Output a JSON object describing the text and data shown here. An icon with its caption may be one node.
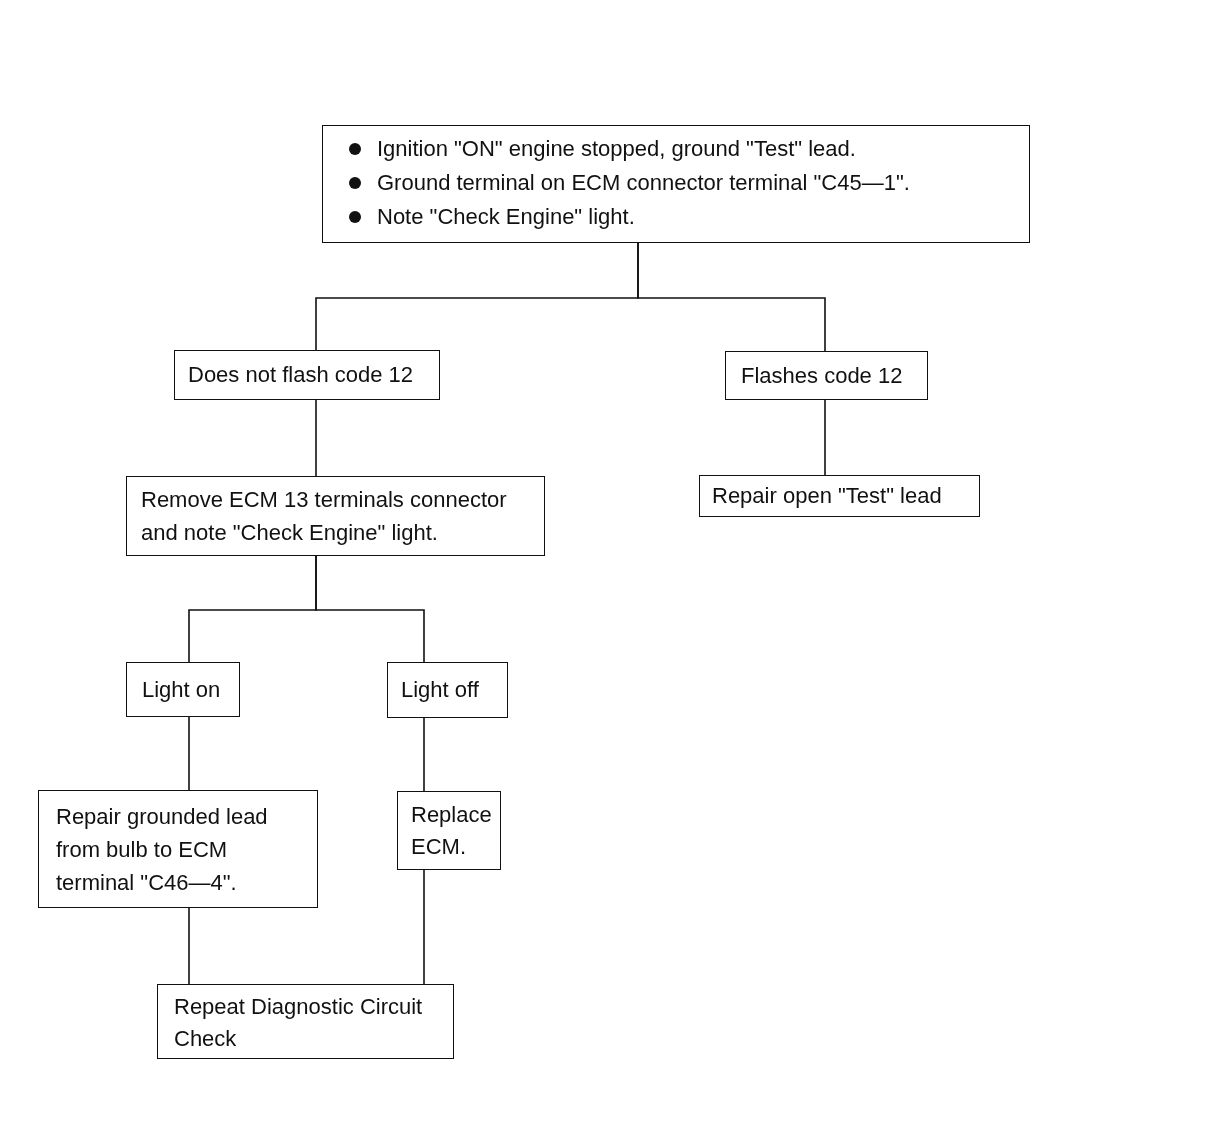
{
  "diagram": {
    "nodes": [
      {
        "text": [
          "Ignition \"ON\" engine stopped, ground \"Test\" lead.",
          "Ground terminal on ECM connector terminal \"C45—1\".",
          "Note \"Check Engine\" light."
        ]
      },
      {
        "text": [
          "Does not flash code 12"
        ]
      },
      {
        "text": [
          "Flashes code 12"
        ]
      },
      {
        "text": [
          "Remove ECM 13 terminals connector and note \"Check Engine\" light."
        ]
      },
      {
        "text": [
          "Repair open \"Test\" lead"
        ]
      },
      {
        "text": [
          "Light on"
        ]
      },
      {
        "text": [
          "Light off"
        ]
      },
      {
        "text": [
          "Repair grounded lead from bulb to ECM terminal \"C46—4\"."
        ]
      },
      {
        "text": [
          "Replace ECM."
        ]
      },
      {
        "text": [
          "Repeat Diagnostic Circuit Check"
        ]
      }
    ],
    "edges": [
      {
        "from": 0,
        "to": 1,
        "arrow": "none"
      },
      {
        "from": 0,
        "to": 2,
        "arrow": "none"
      },
      {
        "from": 1,
        "to": 3,
        "arrow": "none"
      },
      {
        "from": 2,
        "to": 4,
        "arrow": "none"
      },
      {
        "from": 3,
        "to": 5,
        "arrow": "none"
      },
      {
        "from": 3,
        "to": 6,
        "arrow": "none"
      },
      {
        "from": 5,
        "to": 7,
        "arrow": "none"
      },
      {
        "from": 6,
        "to": 8,
        "arrow": "none"
      },
      {
        "from": 7,
        "to": 9,
        "arrow": "none"
      },
      {
        "from": 8,
        "to": 9,
        "arrow": "none"
      }
    ]
  }
}
